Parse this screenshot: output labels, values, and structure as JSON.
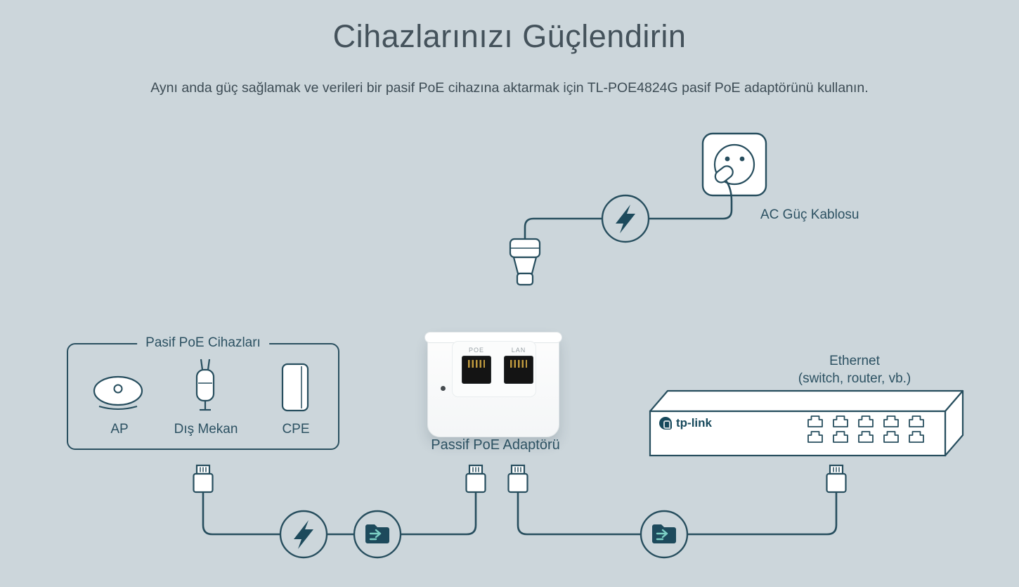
{
  "page": {
    "background": "#ccd6db",
    "line_color": "#274e5e",
    "accent_dark_teal": "#1d4a5c",
    "accent_light_teal": "#7ccfc4",
    "title_color": "#44525b",
    "label_color": "#2c5162"
  },
  "header": {
    "title": "Cihazlarınızı Güçlendirin",
    "subtitle": "Aynı anda güç sağlamak ve verileri bir pasif PoE cihazına aktarmak için TL-POE4824G pasif PoE adaptörünü kullanın."
  },
  "diagram": {
    "ac_power": {
      "label": "AC Güç Kablosu"
    },
    "poe_devices": {
      "title": "Pasif PoE Cihazları",
      "items": [
        {
          "label": "AP",
          "icon": "access-point-icon"
        },
        {
          "label": "Dış Mekan",
          "icon": "outdoor-device-icon"
        },
        {
          "label": "CPE",
          "icon": "cpe-icon"
        }
      ]
    },
    "adapter": {
      "label": "Passif PoE Adaptörü",
      "ports": [
        {
          "label": "POE"
        },
        {
          "label": "LAN"
        }
      ]
    },
    "ethernet": {
      "line1": "Ethernet",
      "line2": "(switch, router, vb.)",
      "brand": "tp-link"
    },
    "icons": {
      "power": "lightning-icon",
      "data_transfer": "folder-transfer-icon",
      "wall_socket": "ac-wall-socket-icon",
      "power_plug": "iec-power-plug-icon",
      "rj45": "rj45-connector-icon"
    }
  }
}
